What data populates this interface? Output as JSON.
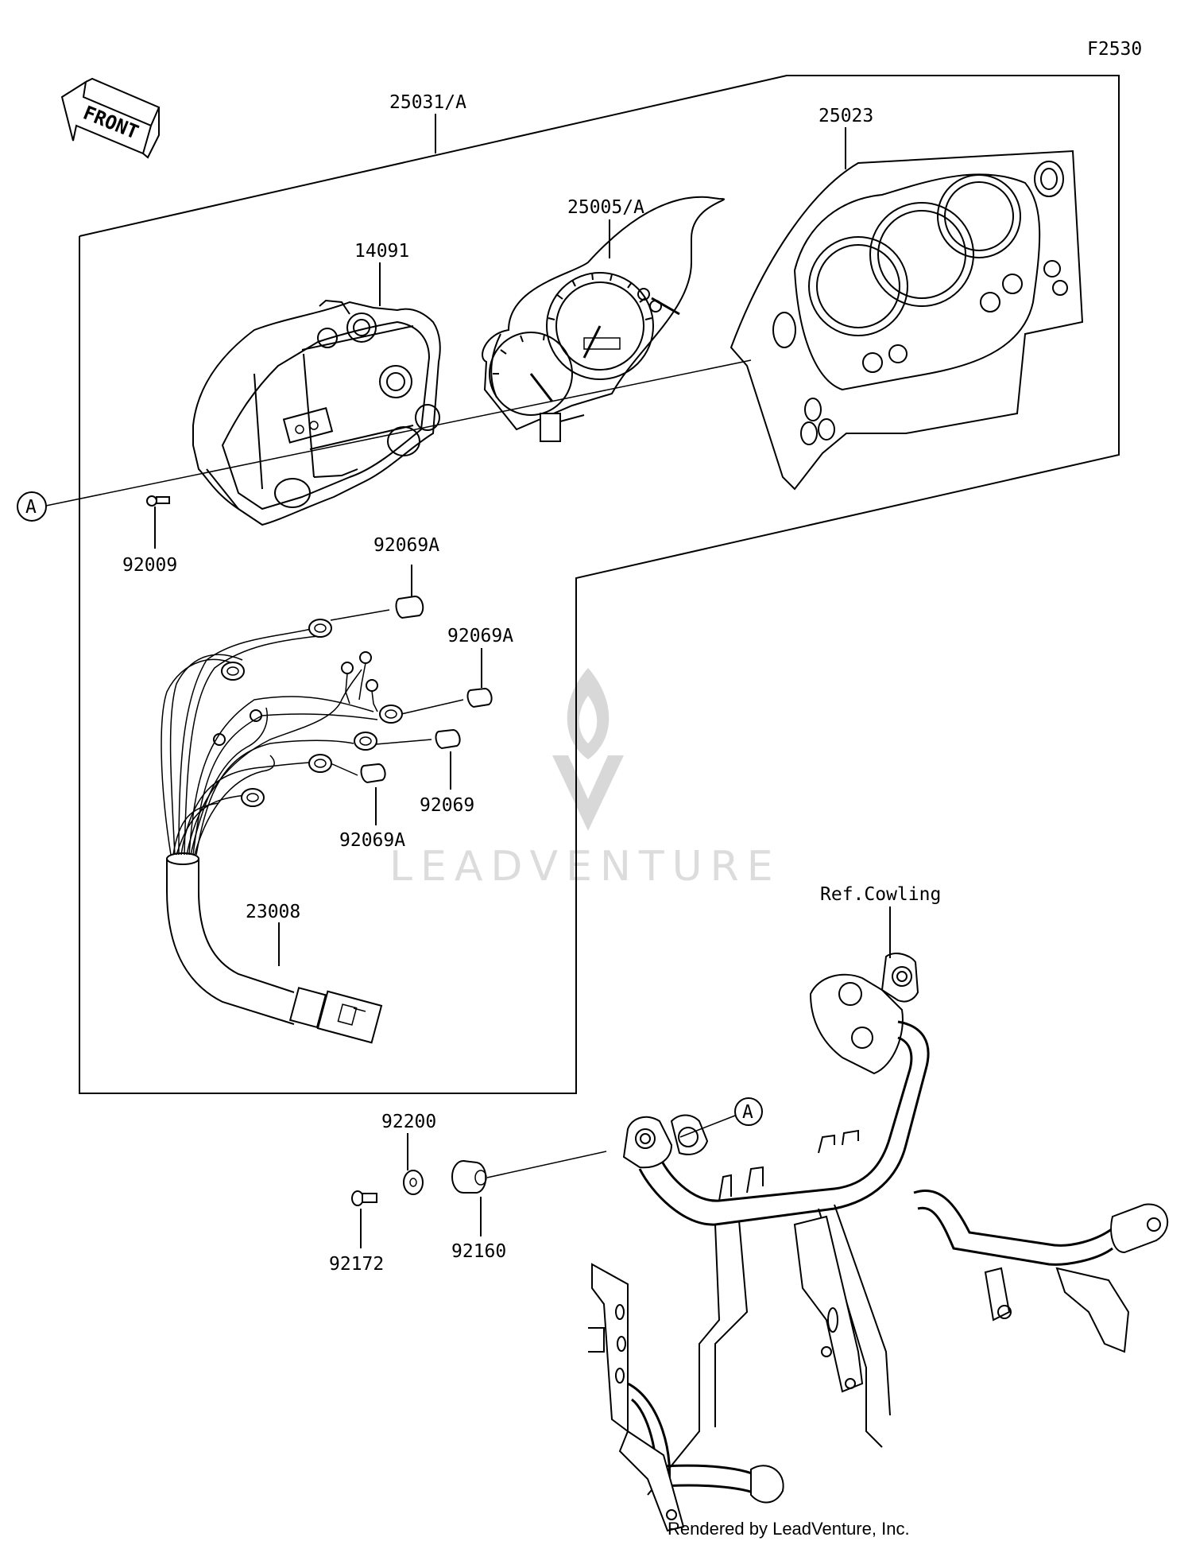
{
  "figure_code": "F2530",
  "front_label": "FRONT",
  "credit": "Rendered by LeadVenture, Inc.",
  "watermark": "LEADVENTURE",
  "callout_marker": "A",
  "part_labels": {
    "assembly": "25031/A",
    "cover": "25023",
    "face_panel": "25005/A",
    "case": "14091",
    "screw": "92009",
    "bulb_a1": "92069A",
    "bulb_a2": "92069A",
    "bulb": "92069",
    "bulb_a3": "92069A",
    "harness": "23008",
    "ref_cowling": "Ref.Cowling",
    "washer": "92200",
    "bolt": "92172",
    "grommet": "92160"
  }
}
